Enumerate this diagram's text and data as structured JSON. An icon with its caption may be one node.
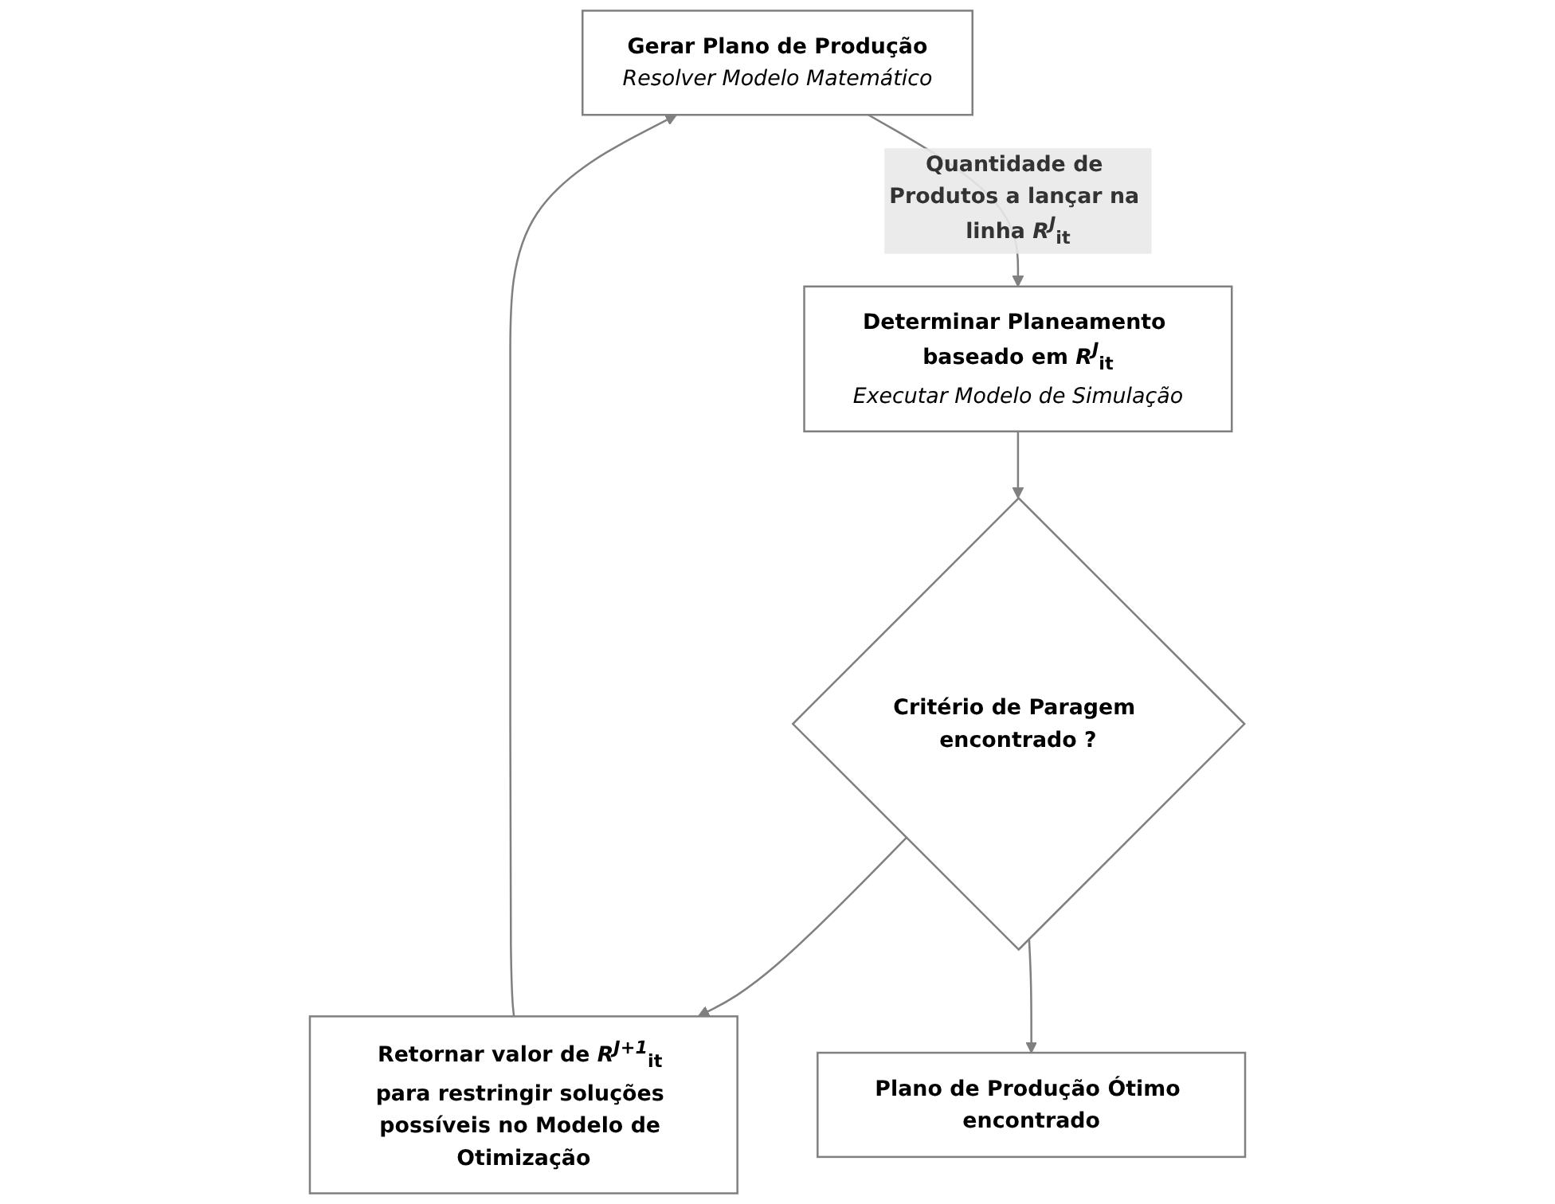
{
  "diagram": {
    "nodes": [
      {
        "text": [
          "Gerar Plano de Produção",
          "Resolver Modelo Matemático"
        ]
      },
      {
        "text": [
          "Determinar Planeamento baseado em *R*$^{J}$$_{it}$",
          "Executar Modelo de Simulação"
        ]
      },
      {
        "text": [
          "Critério de Paragem encontrado ?"
        ]
      },
      {
        "text": [
          "Retornar valor de *R*$^{J+1}$$_{it}$ para restringir soluções possíveis no Modelo de Otimização"
        ]
      },
      {
        "text": [
          "Plano de Produção Ótimo encontrado"
        ]
      }
    ],
    "edges": [
      {
        "from": 0,
        "to": 1,
        "arrow": "to",
        "label": "Quantidade de Produtos a lançar na linha *R*$^{J}$$_{it}$"
      },
      {
        "from": 1,
        "to": 2,
        "arrow": "to"
      },
      {
        "from": 2,
        "to": 3,
        "arrow": "to"
      },
      {
        "from": 3,
        "to": 0,
        "arrow": "to"
      },
      {
        "from": 2,
        "to": 4,
        "arrow": "to"
      }
    ]
  }
}
